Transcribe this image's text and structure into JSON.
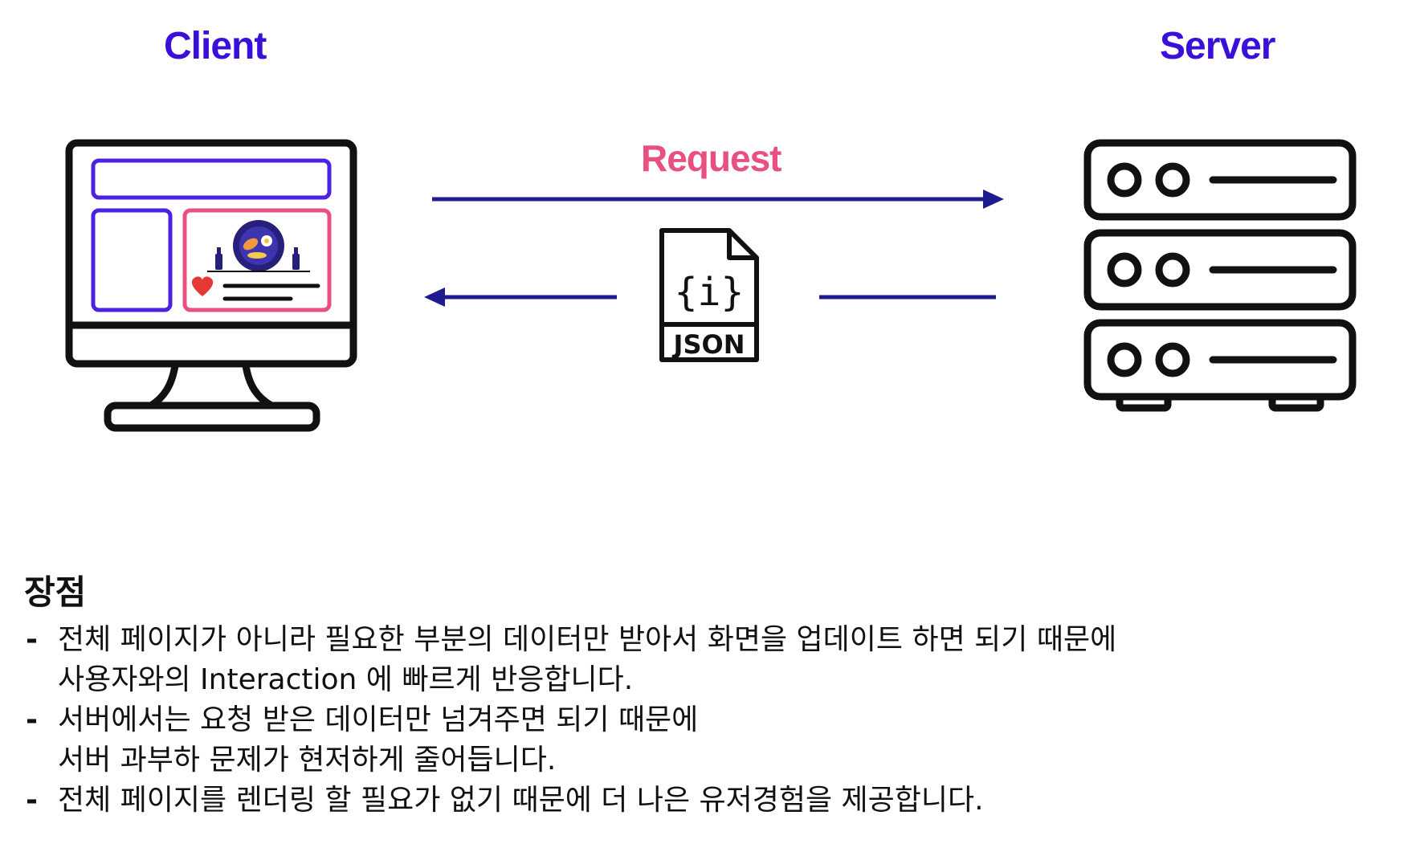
{
  "labels": {
    "client": "Client",
    "server": "Server",
    "request": "Request"
  },
  "json_icon": {
    "symbol": "{i}",
    "text": "JSON"
  },
  "colors": {
    "accent_purple": "#3a0fd9",
    "request_pink": "#e8517f",
    "arrow_navy": "#1e1b8f",
    "heart_red": "#e53935"
  },
  "advantages": {
    "title": "장점",
    "items": [
      {
        "lines": [
          "전체 페이지가 아니라 필요한 부분의 데이터만 받아서 화면을 업데이트 하면 되기 때문에",
          "사용자와의 Interaction 에 빠르게 반응합니다."
        ]
      },
      {
        "lines": [
          "서버에서는 요청 받은 데이터만 넘겨주면 되기 때문에",
          "서버 과부하 문제가 현저하게 줄어듭니다."
        ]
      },
      {
        "lines": [
          "전체 페이지를 렌더링 할 필요가 없기 때문에 더 나은 유저경험을 제공합니다."
        ]
      }
    ],
    "bullet": "-"
  }
}
